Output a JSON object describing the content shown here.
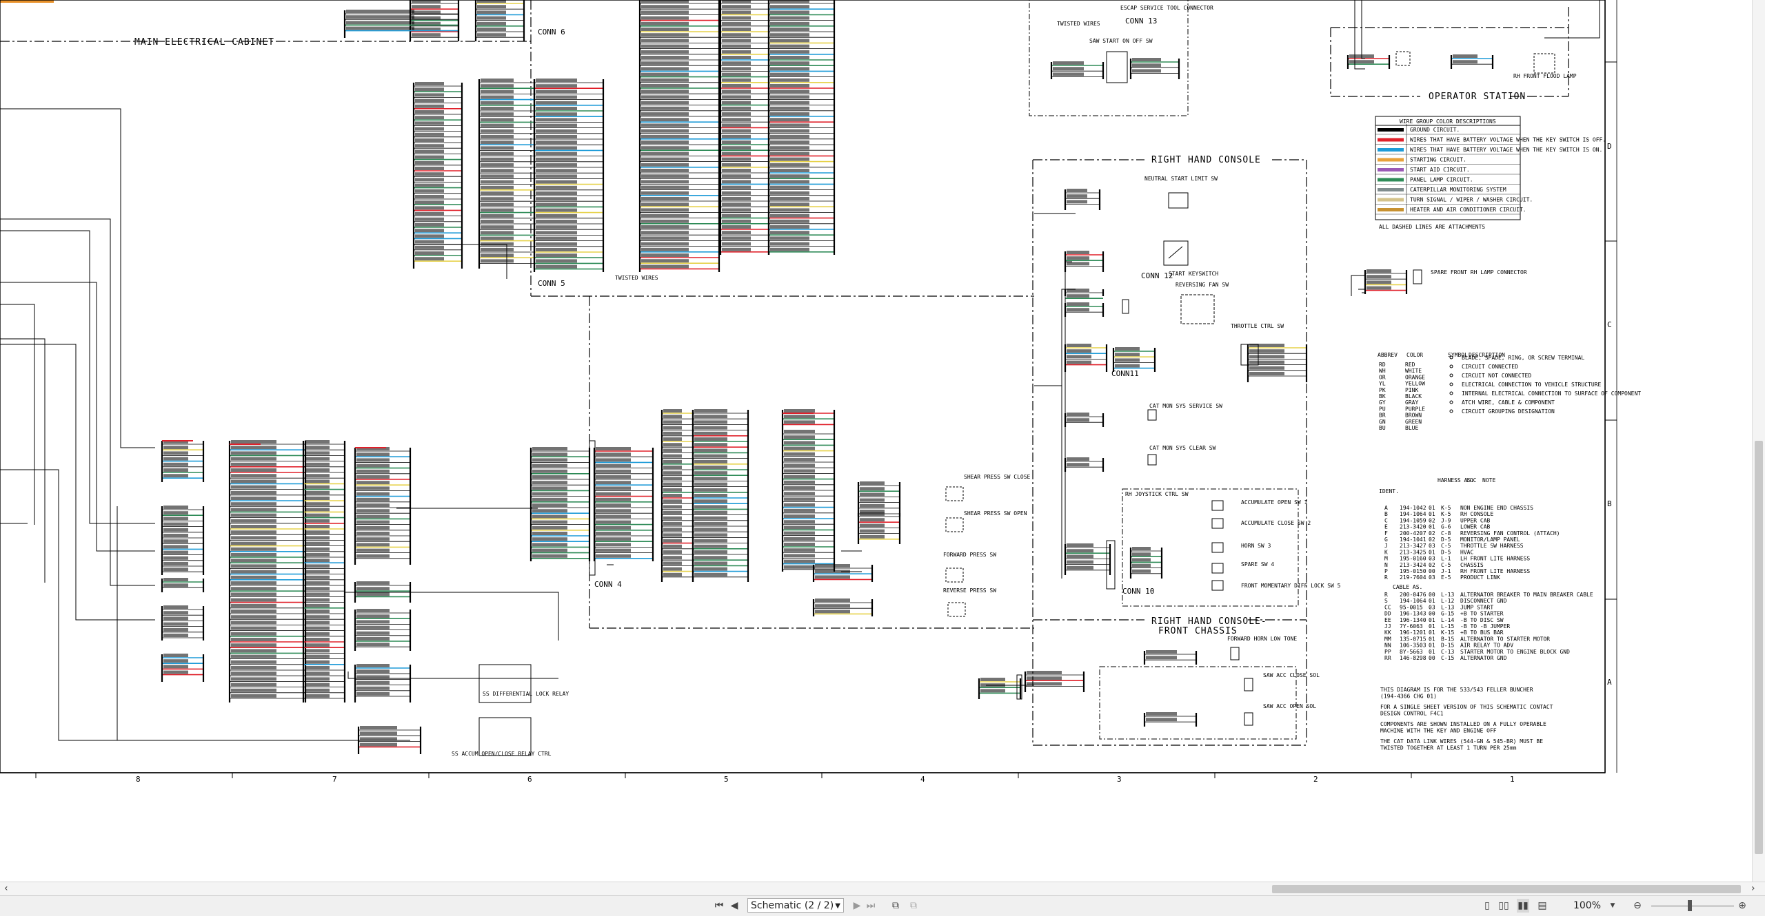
{
  "diagram": {
    "cabinet_label": "MAIN ELECTRICAL CABINET",
    "conn_labels": [
      "CONN 6",
      "CONN 5",
      "CONN 4",
      "CONN 13",
      "CONN 12",
      "CONN11",
      "CONN 10"
    ],
    "section_labels": {
      "right_hand_console": "RIGHT HAND CONSOLE",
      "right_hand_console_front": "RIGHT HAND CONSOLE-",
      "front_chassis": "FRONT CHASSIS",
      "operator_station": "OPERATOR STATION"
    },
    "twisted_wires": "TWISTED WIRES",
    "escap_label": "ESCAP SERVICE TOOL CONNECTOR",
    "saw_start_label": "SAW START ON OFF SW",
    "neutral_start_label": "NEUTRAL START LIMIT SW",
    "start_keyswitch_label": "START KEYSWITCH",
    "reversing_fan_label": "REVERSING FAN SW",
    "throttle_label": "THROTTLE CTRL SW",
    "cat_mon_service_label": "CAT MON SYS SERVICE SW",
    "cat_mon_clear_label": "CAT MON SYS CLEAR SW",
    "joystick_label": "RH JOYSTICK CTRL SW",
    "accumulate_open": "ACCUMULATE OPEN SW 1",
    "accumulate_close": "ACCUMULATE CLOSE SW 2",
    "horn_label": "HORN SW 3",
    "spare_label": "SPARE SW 4",
    "front_diff_label": "FRONT MOMENTARY DIFF LOCK SW 5",
    "shear_press_close": "SHEAR PRESS SW CLOSE",
    "shear_press_open": "SHEAR PRESS SW OPEN",
    "forward_press": "FORWARD PRESS SW",
    "reverse_press": "REVERSE PRESS SW",
    "forward_horn": "FORWARD HORN LOW TONE",
    "saw_acc_close": "SAW ACC CLOSE SOL",
    "saw_acc_open": "SAW ACC OPEN SOL",
    "spare_front_lamp": "SPARE FRONT RH LAMP CONNECTOR",
    "rh_front_flood": "RH FRONT FLOOD LAMP",
    "diff_lock_label": "SS DIFFERENTIAL LOCK RELAY",
    "accum_relay_label": "SS ACCUM OPEN/CLOSE RELAY CTRL",
    "legend_title": "WIRE GROUP COLOR DESCRIPTIONS",
    "legend_items": [
      {
        "color": "#000000",
        "label": "GROUND CIRCUIT."
      },
      {
        "color": "#e0202a",
        "label": "WIRES THAT HAVE BATTERY VOLTAGE WHEN THE KEY SWITCH IS OFF."
      },
      {
        "color": "#1e9bd8",
        "label": "WIRES THAT HAVE BATTERY VOLTAGE WHEN THE KEY SWITCH IS ON."
      },
      {
        "color": "#e8a13a",
        "label": "STARTING CIRCUIT."
      },
      {
        "color": "#9b59b6",
        "label": "START AID CIRCUIT."
      },
      {
        "color": "#2e8b57",
        "label": "PANEL LAMP CIRCUIT."
      },
      {
        "color": "#7f8c8d",
        "label": "CATERPILLAR MONITORING SYSTEM"
      },
      {
        "color": "#d4c28a",
        "label": "TURN SIGNAL / WIPER / WASHER CIRCUIT."
      },
      {
        "color": "#c8912f",
        "label": "HEATER AND AIR CONDITIONER CIRCUIT."
      }
    ],
    "dashed_note": "ALL DASHED LINES ARE ATTACHMENTS",
    "abbrev_header": [
      "ABBREV",
      "COLOR",
      "SYMBOL",
      "DESCRIPTION"
    ],
    "abbrev_rows": [
      [
        "RD",
        "RED"
      ],
      [
        "WH",
        "WHITE"
      ],
      [
        "OR",
        "ORANGE"
      ],
      [
        "YL",
        "YELLOW"
      ],
      [
        "PK",
        "PINK"
      ],
      [
        "BK",
        "BLACK"
      ],
      [
        "GY",
        "GRAY"
      ],
      [
        "PU",
        "PURPLE"
      ],
      [
        "BR",
        "BROWN"
      ],
      [
        "GN",
        "GREEN"
      ],
      [
        "BU",
        "BLUE"
      ]
    ],
    "symbol_descriptions": [
      "BLADE, SPADE, RING, OR SCREW TERMINAL",
      "CIRCUIT CONNECTED",
      "CIRCUIT NOT CONNECTED",
      "ELECTRICAL CONNECTION TO VEHICLE STRUCTURE",
      "INTERNAL ELECTRICAL CONNECTION TO SURFACE OF COMPONENT",
      "ATCH WIRE, CABLE & COMPONENT",
      "CIRCUIT GROUPING DESIGNATION"
    ],
    "harness_header": [
      "IDENT.",
      "HARNESS AS.",
      "LOC",
      "NOTE"
    ],
    "harness_rows": [
      [
        "A",
        "194-1042",
        "01",
        "K-5",
        "NON ENGINE END CHASSIS"
      ],
      [
        "B",
        "194-1064",
        "01",
        "K-5",
        "RH CONSOLE"
      ],
      [
        "C",
        "194-1059",
        "02",
        "J-9",
        "UPPER CAB"
      ],
      [
        "E",
        "213-3420",
        "01",
        "G-6",
        "LOWER CAB"
      ],
      [
        "F",
        "200-4207",
        "02",
        "C-8",
        "REVERSING FAN CONTROL (ATTACH)"
      ],
      [
        "G",
        "194-1041",
        "02",
        "D-5",
        "MONITOR/LAMP PANEL"
      ],
      [
        "J",
        "213-3427",
        "03",
        "C-5",
        "THROTTLE SW HARNESS"
      ],
      [
        "K",
        "213-3425",
        "01",
        "D-5",
        "HVAC"
      ],
      [
        "M",
        "195-0160",
        "03",
        "L-1",
        "LH FRONT LITE HARNESS"
      ],
      [
        "N",
        "213-3424",
        "02",
        "C-5",
        "CHASSIS"
      ],
      [
        "P",
        "195-0150",
        "00",
        "J-1",
        "RH FRONT LITE HARNESS"
      ],
      [
        "R",
        "219-7604",
        "03",
        "E-5",
        "PRODUCT LINK"
      ]
    ],
    "cable_header": "CABLE AS.",
    "cable_rows": [
      [
        "R",
        "200-0476",
        "00",
        "L-13",
        "ALTERNATOR BREAKER TO MAIN BREAKER CABLE"
      ],
      [
        "S",
        "194-1064",
        "01",
        "L-12",
        "DISCONNECT GND"
      ],
      [
        "CC",
        "95-0015",
        "03",
        "L-13",
        "JUMP START"
      ],
      [
        "DD",
        "196-1343",
        "00",
        "G-15",
        "+B TO STARTER"
      ],
      [
        "EE",
        "196-1340",
        "01",
        "L-14",
        "-B TO DISC SW"
      ],
      [
        "JJ",
        "7Y-6063",
        "01",
        "L-15",
        "-B TO -B JUMPER"
      ],
      [
        "KK",
        "196-1201",
        "01",
        "K-15",
        "+B TO BUS BAR"
      ],
      [
        "MM",
        "135-0715",
        "01",
        "B-15",
        "ALTERNATOR TO STARTER MOTOR"
      ],
      [
        "NN",
        "106-3503",
        "01",
        "D-15",
        "AIR RELAY TO ADV"
      ],
      [
        "PP",
        "8Y-5663",
        "01",
        "C-13",
        "STARTER MOTOR TO ENGINE BLOCK GND"
      ],
      [
        "RR",
        "146-8298",
        "00",
        "C-15",
        "ALTERNATOR GND"
      ]
    ],
    "footnotes": [
      "THIS DIAGRAM IS FOR THE 533/543 FELLER BUNCHER (194-4366 CHG 01)",
      "FOR A SINGLE SHEET VERSION OF THIS SCHEMATIC CONTACT DESIGN CONTROL F4C1",
      "COMPONENTS ARE SHOWN INSTALLED ON A FULLY OPERABLE MACHINE WITH THE KEY AND ENGINE OFF",
      "THE CAT DATA LINK WIRES (544-GN & 545-BR) MUST BE TWISTED TOGETHER AT LEAST 1 TURN PER 25mm"
    ],
    "grid_columns": [
      "8",
      "7",
      "6",
      "5",
      "4",
      "3",
      "2",
      "1"
    ],
    "grid_rows": [
      "D",
      "C",
      "B",
      "A"
    ]
  },
  "toolbar": {
    "page_selector": "Schematic (2 / 2)",
    "zoom": "100%"
  },
  "icons": {
    "first": "⏮",
    "prev": "◀",
    "next": "▶",
    "last": "⏭",
    "copy": "⧉",
    "copy2": "⧉",
    "view1": "▯",
    "view2": "▯▯",
    "view3": "▮▮",
    "view4": "▤",
    "zoom_out": "⊖",
    "zoom_in": "⊕",
    "scroll_left": "‹",
    "scroll_right": "›"
  },
  "colors": {
    "red": "#e0202a",
    "blue": "#1e9bd8",
    "green": "#2e8b57",
    "yellow": "#e6d24a",
    "orange": "#e8912a"
  }
}
